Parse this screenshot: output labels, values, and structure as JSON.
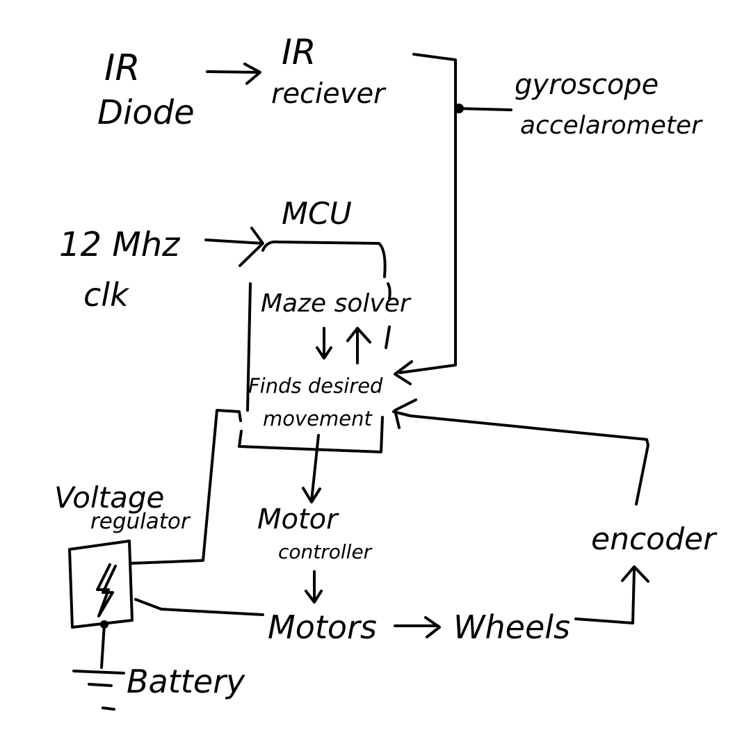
{
  "colors": {
    "ink": "#000000",
    "paper": "#ffffff"
  },
  "nodes": {
    "ir_diode_line1": "IR",
    "ir_diode_line2": "Diode",
    "ir_receiver_line1": "IR",
    "ir_receiver_line2": "reciever",
    "gyro_line1": "gyroscope",
    "gyro_line2": "accelarometer",
    "mcu_label": "MCU",
    "clock_line1": "12 Mhz",
    "clock_line2": "clk",
    "maze_solver": "Maze solver",
    "finds_line1": "Finds desired",
    "finds_line2": "movement",
    "voltage_line1": "Voltage",
    "voltage_line2": "regulator",
    "motor_ctrl_line1": "Motor",
    "motor_ctrl_line2": "controller",
    "motors": "Motors",
    "wheels": "Wheels",
    "encoder": "encoder",
    "battery": "Battery"
  },
  "icons": {
    "regulator_symbol": "lightning-bolt-icon",
    "battery_symbol": "battery-ground-icon"
  }
}
